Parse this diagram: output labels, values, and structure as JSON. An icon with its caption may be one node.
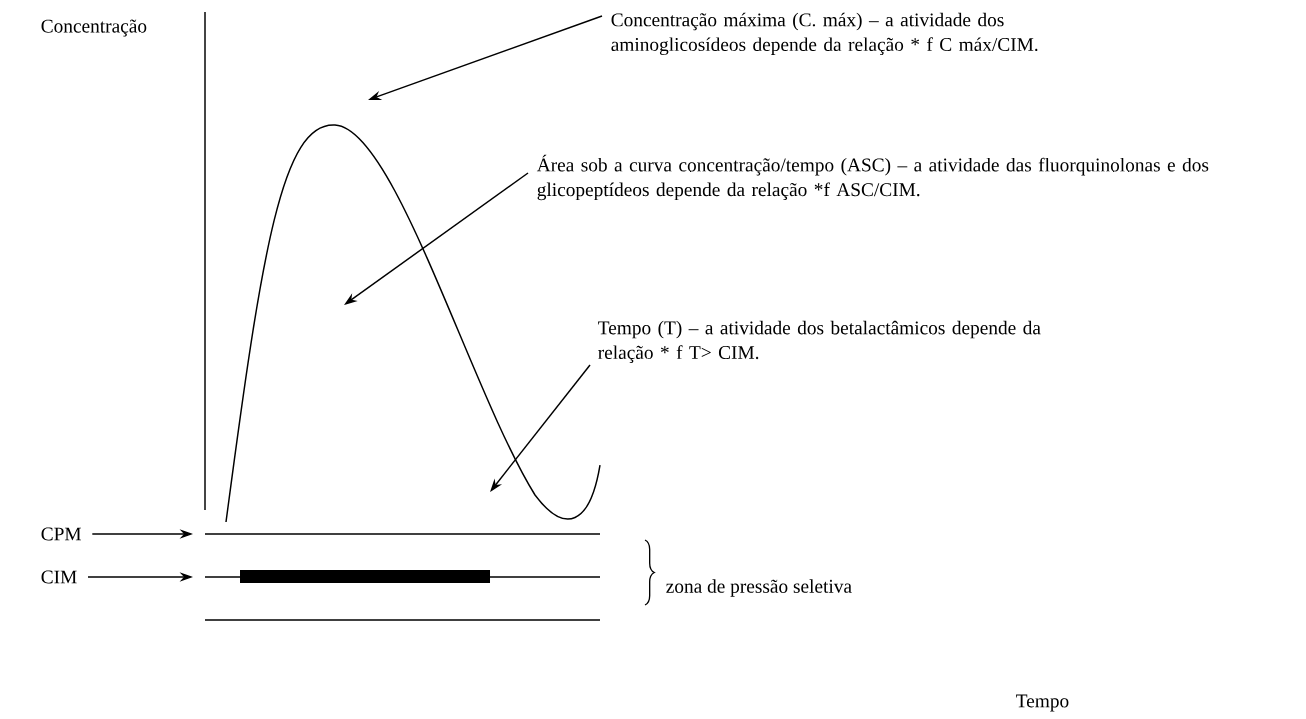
{
  "diagram": {
    "nodes": [
      {
        "text": [
          "Concentração máxima (C. máx) – a atividade dos aminoglicosídeos depende da relação * f C máx/CIM."
        ]
      },
      {
        "text": [
          "Área sob a curva concentração/tempo (ASC) – a atividade das fluorquinolonas e dos glicopeptídeos depende da relação *f ASC/CIM."
        ]
      },
      {
        "text": [
          "Tempo (T) – a atividade dos betalactâmicos depende da relação * f T> CIM."
        ]
      },
      {
        "text": [
          "CPM"
        ]
      },
      {
        "text": [
          "CIM"
        ]
      }
    ],
    "edges": [
      {
        "from": 0,
        "to": null,
        "arrow": "to"
      },
      {
        "from": 1,
        "to": null,
        "arrow": "to"
      },
      {
        "from": 2,
        "to": null,
        "arrow": "to"
      },
      {
        "from": 3,
        "to": null,
        "arrow": "to"
      },
      {
        "from": 4,
        "to": null,
        "arrow": "to"
      }
    ],
    "labels": [
      "Concentração",
      "zona de pressão seletiva",
      "Tempo"
    ]
  }
}
